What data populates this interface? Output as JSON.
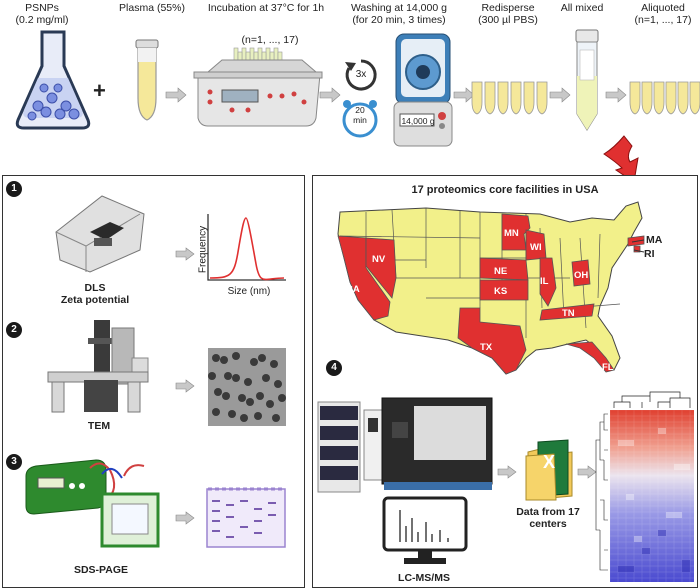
{
  "top": {
    "labels": [
      "PSNPs\n(0.2 mg/ml)",
      "Plasma (55%)",
      "Incubation at 37°C for 1h",
      "Washing at 14,000 g\n(for 20 min, 3 times)",
      "Redisperse\n(300 µl PBS)",
      "All mixed",
      "Aliquoted\n(n=1, ..., 17)"
    ],
    "plus": "+",
    "incubator_count": "(n=1, ..., 17)",
    "repeat": "3x",
    "timer": "20\nmin",
    "centrifuge_speed": "14,000 g"
  },
  "left_panel": {
    "steps": [
      {
        "number": "1",
        "caption": "DLS\nZeta potential"
      },
      {
        "number": "2",
        "caption": "TEM"
      },
      {
        "number": "3",
        "caption": "SDS-PAGE"
      }
    ],
    "dls_plot": {
      "ylabel": "Frequency",
      "xlabel": "Size (nm)"
    }
  },
  "right_panel": {
    "title": "17 proteomics core facilities in USA",
    "states": [
      "CA",
      "NV",
      "MN",
      "WI",
      "NE",
      "KS",
      "IL",
      "OH",
      "TN",
      "TX",
      "FL",
      "MA",
      "RI"
    ],
    "step": {
      "number": "4",
      "caption": "LC-MS/MS"
    },
    "data_label": "Data from 17\ncenters",
    "excel_icon": "X"
  },
  "colors": {
    "highlight": "#e03030",
    "map_fill": "#f2f08a",
    "arrow": "#c8c8c8",
    "gel": "#b39ddb",
    "excel": "#1f7a3c",
    "heat_hi": "#e04030",
    "heat_lo": "#4a4ad0"
  }
}
